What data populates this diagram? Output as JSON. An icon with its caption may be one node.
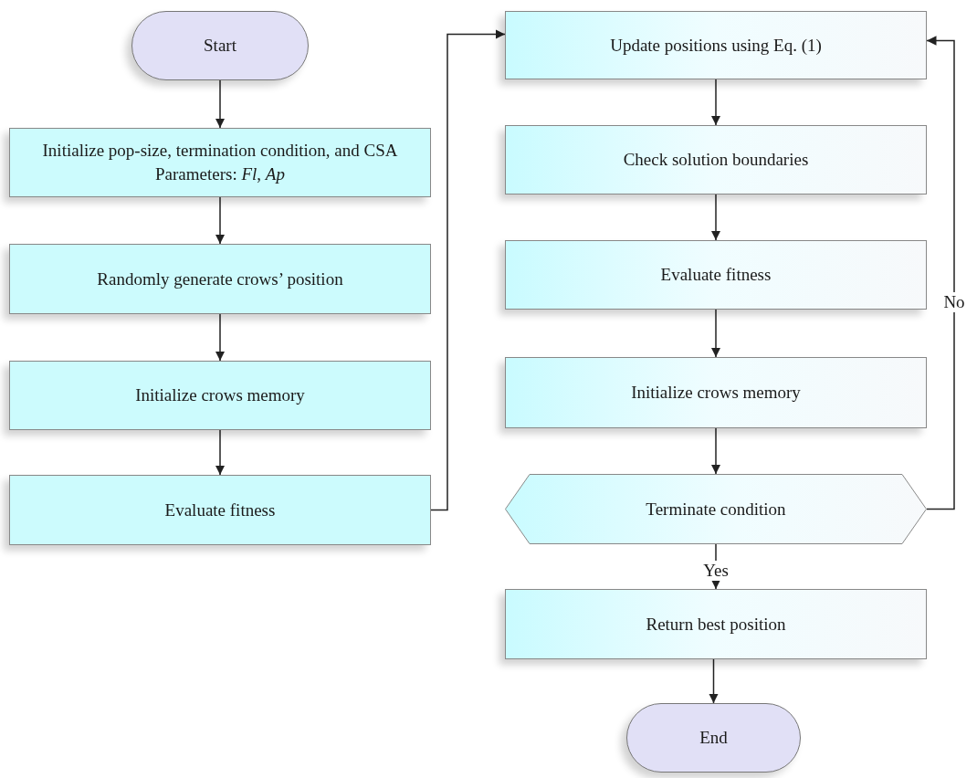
{
  "diagram": {
    "nodes": [
      {
        "text": [
          "Start"
        ]
      },
      {
        "text": [
          "Initialize pop-size, termination condition, and CSA Parameters: *Fl*, *Ap*"
        ]
      },
      {
        "text": [
          "Randomly generate crows’ position"
        ]
      },
      {
        "text": [
          "Initialize crows memory"
        ]
      },
      {
        "text": [
          "Evaluate fitness"
        ]
      },
      {
        "text": [
          "Update positions using Eq. (1)"
        ]
      },
      {
        "text": [
          "Check solution boundaries"
        ]
      },
      {
        "text": [
          "Evaluate fitness"
        ]
      },
      {
        "text": [
          "Initialize crows memory"
        ]
      },
      {
        "text": [
          "Terminate condition"
        ]
      },
      {
        "text": [
          "Return best position"
        ]
      },
      {
        "text": [
          "End"
        ]
      }
    ],
    "edges": [
      {
        "from": 0,
        "to": 1,
        "arrow": "to"
      },
      {
        "from": 1,
        "to": 2,
        "arrow": "to"
      },
      {
        "from": 2,
        "to": 3,
        "arrow": "to"
      },
      {
        "from": 3,
        "to": 4,
        "arrow": "to"
      },
      {
        "from": 4,
        "to": 5,
        "arrow": "to"
      },
      {
        "from": 5,
        "to": 6,
        "arrow": "to"
      },
      {
        "from": 6,
        "to": 7,
        "arrow": "to"
      },
      {
        "from": 7,
        "to": 8,
        "arrow": "to"
      },
      {
        "from": 8,
        "to": 9,
        "arrow": "to"
      },
      {
        "from": 9,
        "to": 5,
        "label": "No",
        "arrow": "to"
      },
      {
        "from": 9,
        "to": 10,
        "label": "Yes",
        "arrow": "to"
      },
      {
        "from": 10,
        "to": 11,
        "arrow": "to"
      }
    ]
  }
}
